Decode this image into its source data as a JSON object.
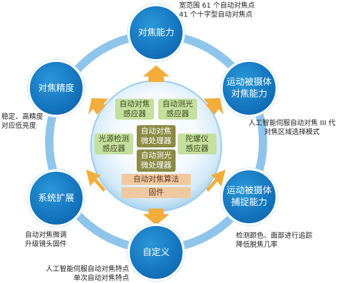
{
  "nodes": {
    "top": "对焦能力",
    "upper_right": "运动被摄体\n对焦能力",
    "lower_right": "运动被摄体\n捕捉能力",
    "bottom": "自定义",
    "lower_left": "系统扩展",
    "upper_left": "对焦精度"
  },
  "center": {
    "af_sensor": "自动对焦\n感应器",
    "ae_sensor": "自动测光\n感应器",
    "light_source_sensor": "光源检测\n感应器",
    "gyro_sensor": "陀螺仪\n感应器",
    "af_processor": "自动对焦\n微处理器",
    "ae_processor": "自动测光\n微处理器",
    "af_algorithm": "自动对焦算法",
    "firmware": "固件"
  },
  "notes": {
    "top": "宽范围 61 个自动对焦点\n41 个十字型自动对焦点",
    "upper_right": "人工智能伺服自动对焦 III 代\n对焦区域选择模式",
    "lower_right": "检测颜色、面部进行追踪\n降低脱焦几率",
    "bottom": "人工智能伺服自动对焦特点\n单次自动对焦特点",
    "lower_left": "自动对焦微调\n升级镜头固件",
    "upper_left": "稳定、高精度\n对应低亮度"
  },
  "colors": {
    "ring": "#8fc5ea",
    "satellite": "#1474bd",
    "arrow": "#f3ad3b",
    "sensor_box": "#c5df9e",
    "processor_box": "#8b8b44",
    "software_box": "#f1c9a0"
  }
}
